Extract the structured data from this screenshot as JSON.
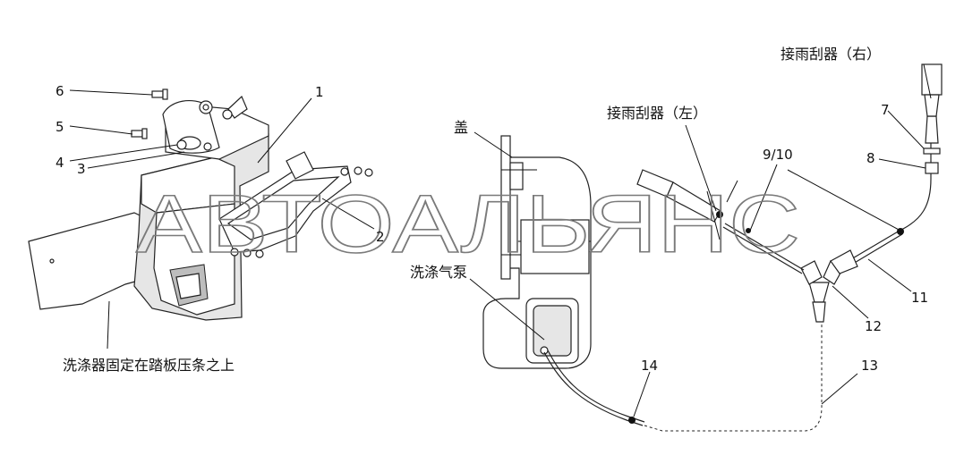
{
  "watermark": "АВТОАЛЬЯНС",
  "callouts": {
    "n1": "1",
    "n2": "2",
    "n3": "3",
    "n4": "4",
    "n5": "5",
    "n6": "6",
    "n7": "7",
    "n8": "8",
    "n9_10": "9/10",
    "n11": "11",
    "n12": "12",
    "n13": "13",
    "n14": "14"
  },
  "labels": {
    "cover": "盖",
    "wiper_left": "接雨刮器（左）",
    "wiper_right": "接雨刮器（右）",
    "washer_pump": "洗涤气泵",
    "mount_note": "洗涤器固定在踏板压条之上"
  }
}
